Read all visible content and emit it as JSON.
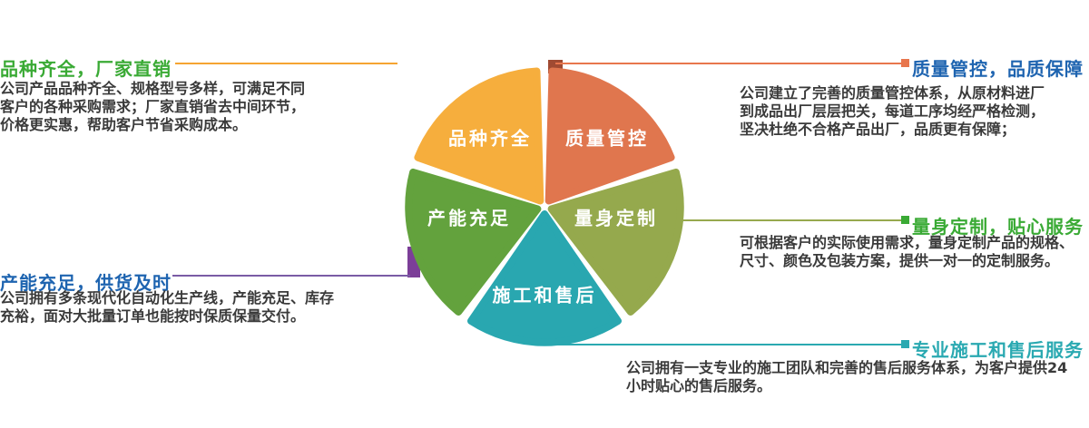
{
  "petals": [
    {
      "id": "variety",
      "label": "品种齐全",
      "color": "#F6AE3D"
    },
    {
      "id": "quality",
      "label": "质量管控",
      "color": "#E0764E"
    },
    {
      "id": "capacity",
      "label": "产能充足",
      "color": "#63A23D"
    },
    {
      "id": "custom",
      "label": "量身定制",
      "color": "#95A94D"
    },
    {
      "id": "aftersale",
      "label": "施工和售后",
      "color": "#29A7B0"
    }
  ],
  "callouts": {
    "variety": {
      "heading": "品种齐全，厂家直销",
      "heading_color": "#3AAA35",
      "line_color": "#F5A431",
      "body": [
        "公司产品品种齐全、规格型号多样，可满足不同",
        "客户的各种采购需求；厂家直销省去中间环节，",
        "价格更实惠，帮助客户节省采购成本。"
      ]
    },
    "quality": {
      "heading": "质量管控，品质保障",
      "heading_color": "#1E64B0",
      "line_color": "#E8764D",
      "marker_color": "#E8764D",
      "anchor_color": "#A04A32",
      "body": [
        "公司建立了完善的质量管控体系，从原材料进厂",
        "到成品出厂层层把关，每道工序均经严格检测，",
        "坚决杜绝不合格产品出厂，品质更有保障；"
      ]
    },
    "capacity": {
      "heading": "产能充足，供货及时",
      "heading_color": "#1E64B0",
      "line_color": "#7A5BA5",
      "anchor_color": "#7C3E98",
      "body": [
        "公司拥有多条现代化自动化生产线，产能充足、库存",
        "充裕，面对大批量订单也能按时保质保量交付。"
      ]
    },
    "custom": {
      "heading": "量身定制，贴心服务",
      "heading_color": "#3AAA35",
      "line_color": "#97A94E",
      "marker_color": "#3AAA35",
      "body": [
        "可根据客户的实际使用需求，量身定制产品的规格、",
        "尺寸、颜色及包装方案，提供一对一的定制服务。"
      ]
    },
    "aftersale": {
      "heading": "专业施工和售后服务",
      "heading_color": "#2AA9B1",
      "line_color": "#2AA9B1",
      "marker_color": "#2AA9B1",
      "body": [
        "公司拥有一支专业的施工团队和完善的售后服务体系，为客户提供24",
        "小时贴心的售后服务。"
      ]
    }
  }
}
